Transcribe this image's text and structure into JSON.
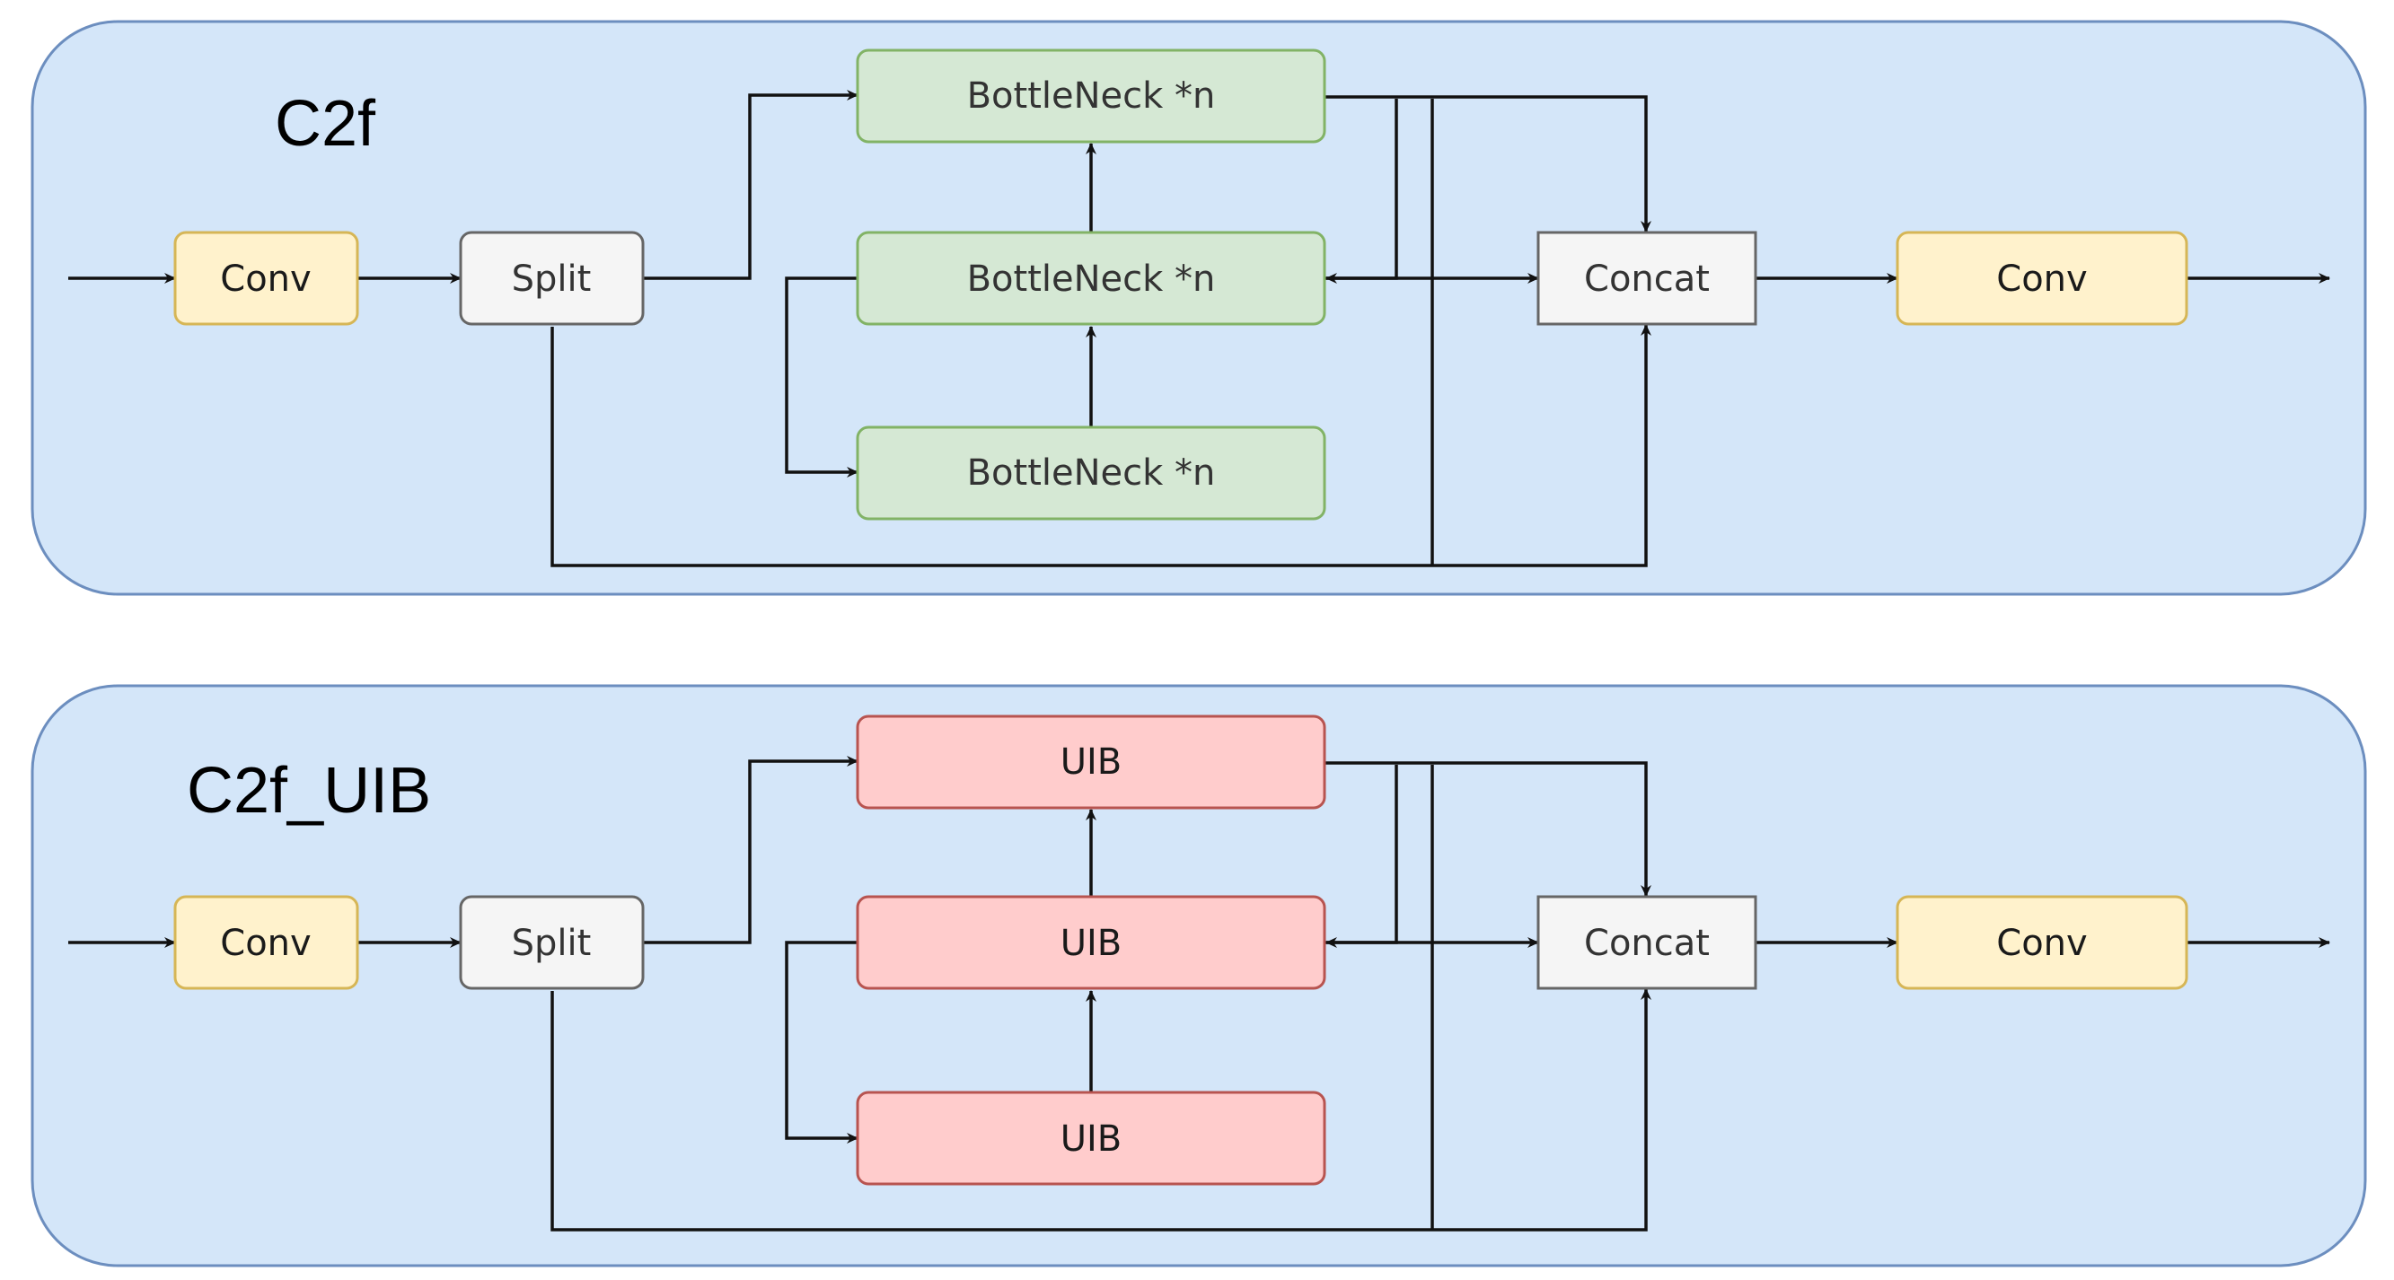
{
  "panels": [
    {
      "title": "C2f",
      "input_conv": "Conv",
      "split": "Split",
      "blocks": [
        "BottleNeck *n",
        "BottleNeck *n",
        "BottleNeck *n"
      ],
      "concat": "Concat",
      "output_conv": "Conv",
      "block_fill": "#d5e8d4",
      "block_stroke": "#82b366",
      "block_text": "#555555"
    },
    {
      "title": "C2f_UIB",
      "input_conv": "Conv",
      "split": "Split",
      "blocks": [
        "UIB",
        "UIB",
        "UIB"
      ],
      "concat": "Concat",
      "output_conv": "Conv",
      "block_fill": "#ffcccc",
      "block_stroke": "#b85450",
      "block_text": "#1a1a1a"
    }
  ],
  "colors": {
    "panel_fill": "#d4e6f9",
    "panel_stroke": "#6c8ebf",
    "conv_fill": "#fff2cc",
    "conv_stroke": "#d6b656",
    "split_fill": "#f5f5f5",
    "split_stroke": "#666666",
    "concat_fill": "#f5f5f5",
    "concat_stroke": "#666666"
  }
}
